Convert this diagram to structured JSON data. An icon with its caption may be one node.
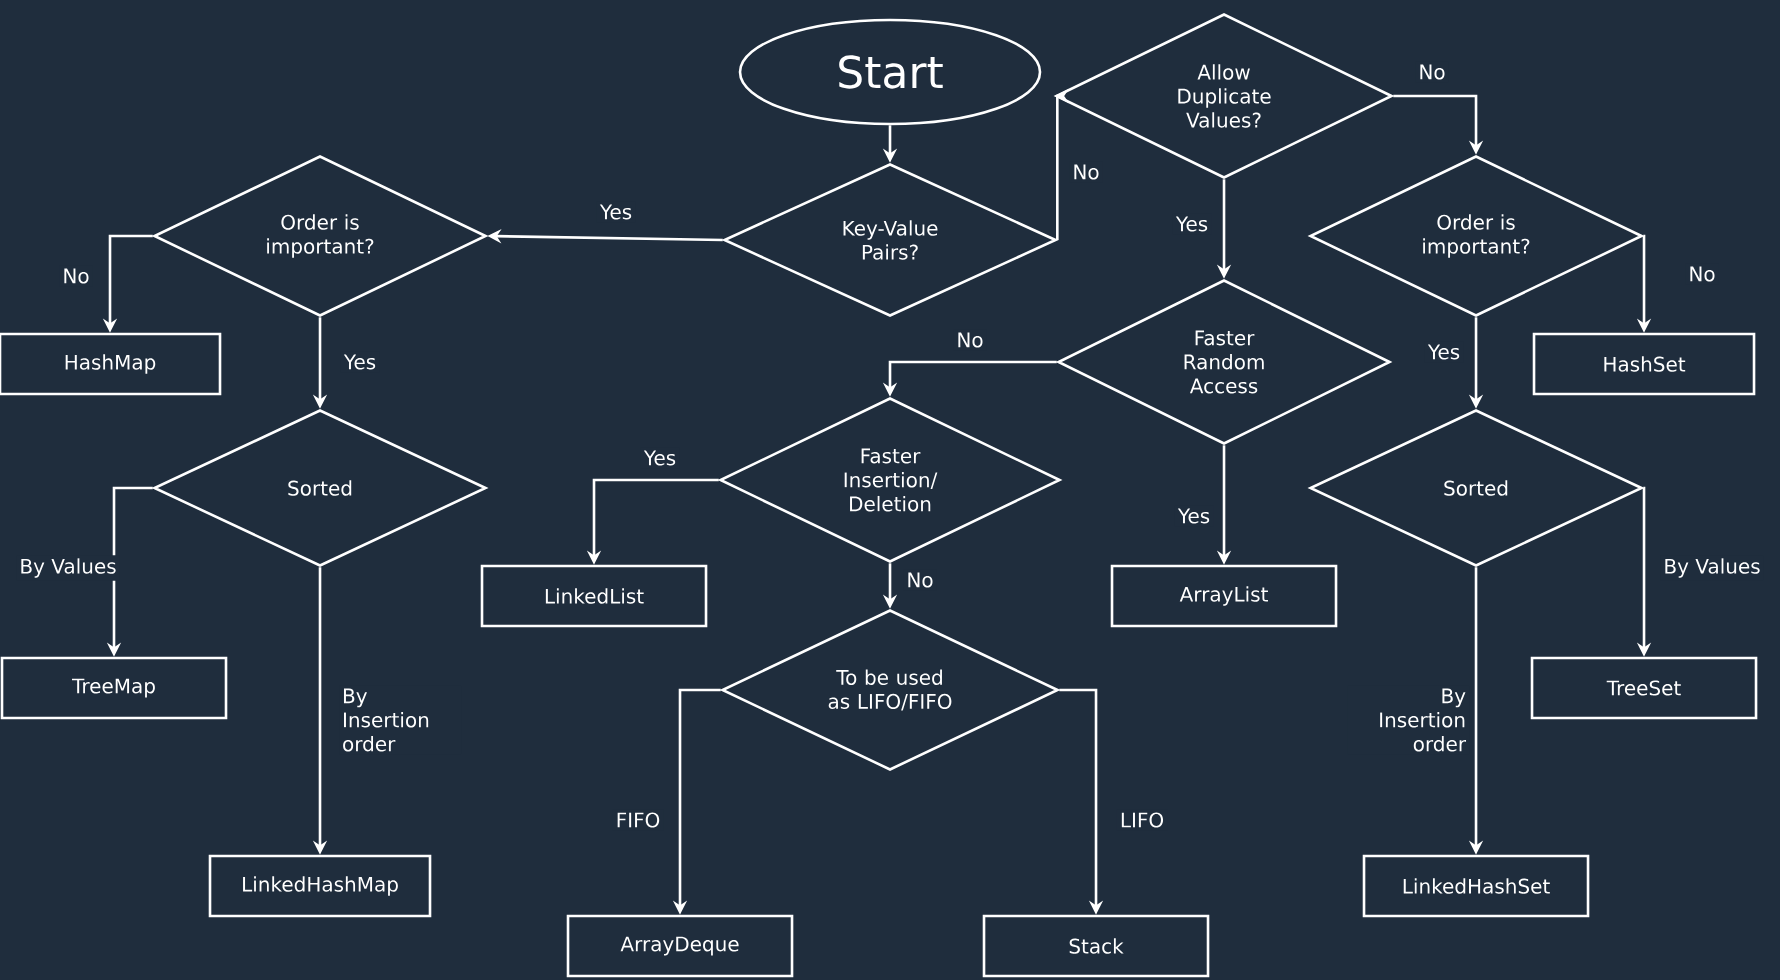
{
  "diagram": {
    "nodes": [
      {
        "text": [
          "Start"
        ]
      },
      {
        "text": [
          "Key-Value Pairs?"
        ]
      },
      {
        "text": [
          "Order is important?"
        ]
      },
      {
        "text": [
          "HashMap"
        ]
      },
      {
        "text": [
          "Sorted"
        ]
      },
      {
        "text": [
          "TreeMap"
        ]
      },
      {
        "text": [
          "LinkedHashMap"
        ]
      },
      {
        "text": [
          "Allow Duplicate Values?"
        ]
      },
      {
        "text": [
          "Order is important?"
        ]
      },
      {
        "text": [
          "HashSet"
        ]
      },
      {
        "text": [
          "Sorted"
        ]
      },
      {
        "text": [
          "TreeSet"
        ]
      },
      {
        "text": [
          "LinkedHashSet"
        ]
      },
      {
        "text": [
          "Faster Random Access"
        ]
      },
      {
        "text": [
          "Faster Insertion/ Deletion"
        ]
      },
      {
        "text": [
          "ArrayList"
        ]
      },
      {
        "text": [
          "LinkedList"
        ]
      },
      {
        "text": [
          "To be used as LIFO/FIFO"
        ]
      },
      {
        "text": [
          "ArrayDeque"
        ]
      },
      {
        "text": [
          "Stack"
        ]
      }
    ],
    "edges": [
      {
        "from": 0,
        "to": 1,
        "arrow": "to"
      },
      {
        "from": 1,
        "to": 2,
        "arrow": "to",
        "label": "Yes"
      },
      {
        "from": 1,
        "to": 7,
        "arrow": "to",
        "label": "No"
      },
      {
        "from": 2,
        "to": 3,
        "arrow": "to",
        "label": "No"
      },
      {
        "from": 2,
        "to": 4,
        "arrow": "to",
        "label": "Yes"
      },
      {
        "from": 4,
        "to": 5,
        "arrow": "to",
        "label": "By Values"
      },
      {
        "from": 4,
        "to": 6,
        "arrow": "to",
        "label": "By Insertion order"
      },
      {
        "from": 7,
        "to": 8,
        "arrow": "to",
        "label": "No"
      },
      {
        "from": 7,
        "to": 13,
        "arrow": "to",
        "label": "Yes"
      },
      {
        "from": 8,
        "to": 9,
        "arrow": "to",
        "label": "No"
      },
      {
        "from": 8,
        "to": 10,
        "arrow": "to",
        "label": "Yes"
      },
      {
        "from": 10,
        "to": 11,
        "arrow": "to",
        "label": "By Values"
      },
      {
        "from": 10,
        "to": 12,
        "arrow": "to",
        "label": "By Insertion order"
      },
      {
        "from": 13,
        "to": 14,
        "arrow": "to",
        "label": "No"
      },
      {
        "from": 13,
        "to": 15,
        "arrow": "to",
        "label": "Yes"
      },
      {
        "from": 14,
        "to": 16,
        "arrow": "to",
        "label": "Yes"
      },
      {
        "from": 14,
        "to": 17,
        "arrow": "to",
        "label": "No"
      },
      {
        "from": 17,
        "to": 18,
        "arrow": "to",
        "label": "FIFO"
      },
      {
        "from": 17,
        "to": 19,
        "arrow": "to",
        "label": "LIFO"
      }
    ]
  }
}
